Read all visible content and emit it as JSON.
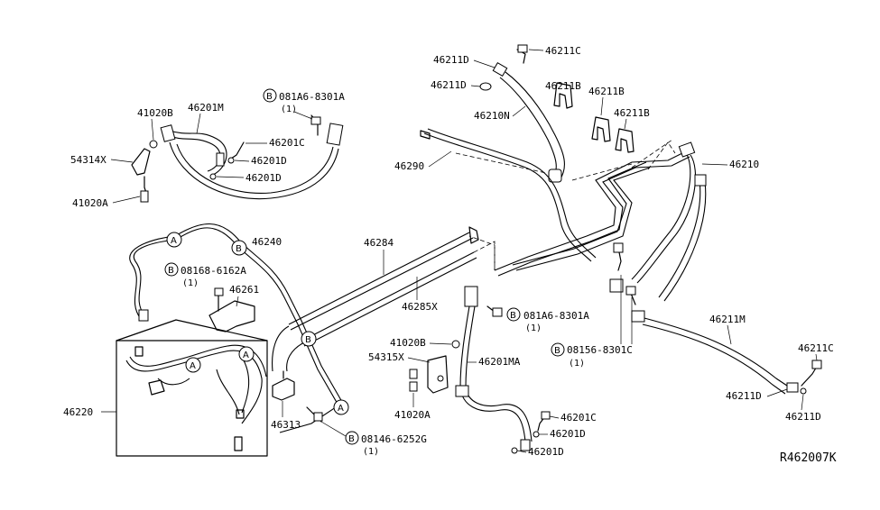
{
  "diagram": {
    "reference_code": "R462007K",
    "callout_letters": {
      "a": "A",
      "b": "B"
    },
    "labels": {
      "p41020b_top": "41020B",
      "p46201m": "46201M",
      "p54314x": "54314X",
      "p41020a_top": "41020A",
      "p081a6_top": "081A6-8301A",
      "p081a6_top_qty": "(1)",
      "p46201c_top": "46201C",
      "p46201d_top1": "46201D",
      "p46201d_top2": "46201D",
      "p46211d_a": "46211D",
      "p46211c_top": "46211C",
      "p46211d_b": "46211D",
      "p46211b_a": "46211B",
      "p46211b_b": "46211B",
      "p46211b_c": "46211B",
      "p46210n": "46210N",
      "p46290": "46290",
      "p46210": "46210",
      "p46240": "46240",
      "p46284": "46284",
      "p08168": "08168-6162A",
      "p08168_qty": "(1)",
      "p46261": "46261",
      "p46285x": "46285X",
      "p081a6_mid": "081A6-8301A",
      "p081a6_mid_qty": "(1)",
      "p41020b_mid": "41020B",
      "p54315x": "54315X",
      "p46201ma": "46201MA",
      "p41020a_mid": "41020A",
      "p46201c_bot": "46201C",
      "p46201d_bot1": "46201D",
      "p46201d_bot2": "46201D",
      "p08156": "08156-8301C",
      "p08156_qty": "(1)",
      "p46211m": "46211M",
      "p46211c_right": "46211C",
      "p46211d_right1": "46211D",
      "p46211d_right2": "46211D",
      "p46220": "46220",
      "p46313": "46313",
      "p08146": "08146-6252G",
      "p08146_qty": "(1)"
    }
  }
}
